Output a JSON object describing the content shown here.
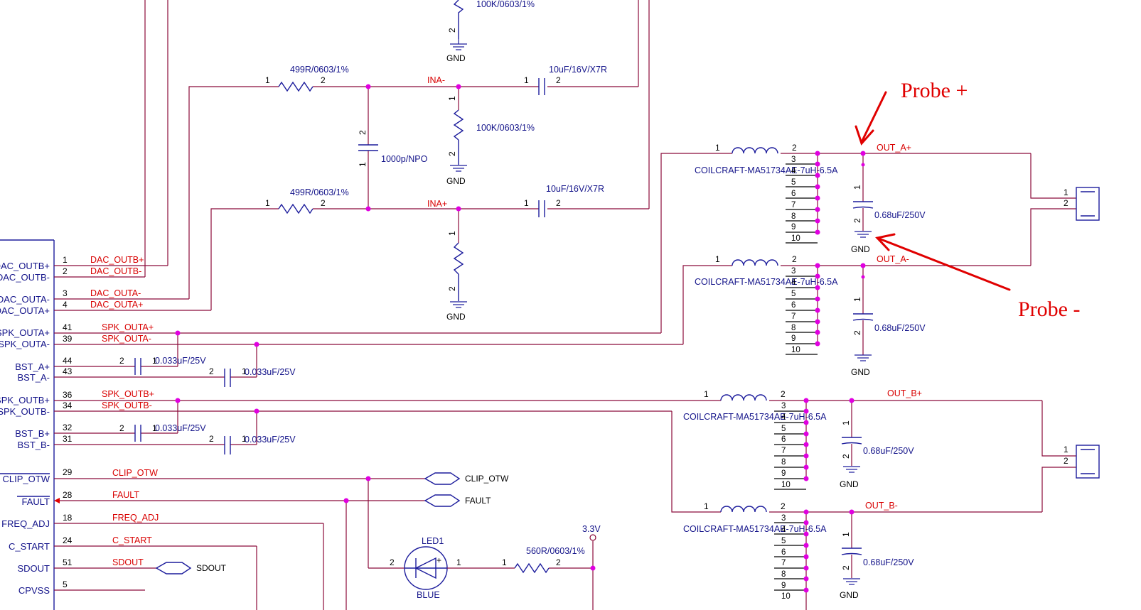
{
  "resistors": {
    "r_top_value": "100K/0603/1%",
    "r_mid_value": "100K/0603/1%",
    "r_in_minus_value": "499R/0603/1%",
    "r_in_plus_value": "499R/0603/1%",
    "r_led_value": "560R/0603/1%"
  },
  "capacitors": {
    "c_couple_top_value": "10uF/16V/X7R",
    "c_couple_bottom_value": "10uF/16V/X7R",
    "c_filter_value": "1000p/NPO",
    "c_bst_value": "0.033uF/25V",
    "c_out_value": "0.68uF/250V"
  },
  "inductor": {
    "value": "COILCRAFT-MA51734AE-7uH-6.5A"
  },
  "power": {
    "gnd": "GND",
    "v33": "3.3V"
  },
  "nets": {
    "ina_minus": "INA-",
    "ina_plus": "INA+",
    "dac_outb_plus": "DAC_OUTB+",
    "dac_outb_minus": "DAC_OUTB-",
    "dac_outa_minus": "DAC_OUTA-",
    "dac_outa_plus": "DAC_OUTA+",
    "spk_outa_plus": "SPK_OUTA+",
    "spk_outa_minus": "SPK_OUTA-",
    "spk_outb_plus": "SPK_OUTB+",
    "spk_outb_minus": "SPK_OUTB-",
    "out_a_plus": "OUT_A+",
    "out_a_minus": "OUT_A-",
    "out_b_plus": "OUT_B+",
    "out_b_minus": "OUT_B-",
    "clip_otw": "CLIP_OTW",
    "fault": "FAULT",
    "freq_adj": "FREQ_ADJ",
    "c_start": "C_START",
    "sdout": "SDOUT"
  },
  "ic_pins": [
    {
      "num": "1",
      "label": "DAC_OUTB+"
    },
    {
      "num": "2",
      "label": "DAC_OUTB-"
    },
    {
      "num": "3",
      "label": "DAC_OUTA-"
    },
    {
      "num": "4",
      "label": "DAC_OUTA+"
    },
    {
      "num": "41",
      "label": "SPK_OUTA+"
    },
    {
      "num": "39",
      "label": "SPK_OUTA-"
    },
    {
      "num": "44",
      "label": "BST_A+"
    },
    {
      "num": "43",
      "label": "BST_A-"
    },
    {
      "num": "36",
      "label": "SPK_OUTB+"
    },
    {
      "num": "34",
      "label": "SPK_OUTB-"
    },
    {
      "num": "32",
      "label": "BST_B+"
    },
    {
      "num": "31",
      "label": "BST_B-"
    },
    {
      "num": "29",
      "label": "CLIP_OTW"
    },
    {
      "num": "28",
      "label": "FAULT"
    },
    {
      "num": "18",
      "label": "FREQ_ADJ"
    },
    {
      "num": "24",
      "label": "C_START"
    },
    {
      "num": "51",
      "label": "SDOUT"
    },
    {
      "num": "5",
      "label": "CPVSS"
    }
  ],
  "offpage": {
    "clip_otw": "CLIP_OTW",
    "fault": "FAULT",
    "sdout": "SDOUT"
  },
  "led": {
    "ref": "LED1",
    "color": "BLUE"
  },
  "annotations": {
    "probe_plus": "Probe +",
    "probe_minus": "Probe -"
  }
}
